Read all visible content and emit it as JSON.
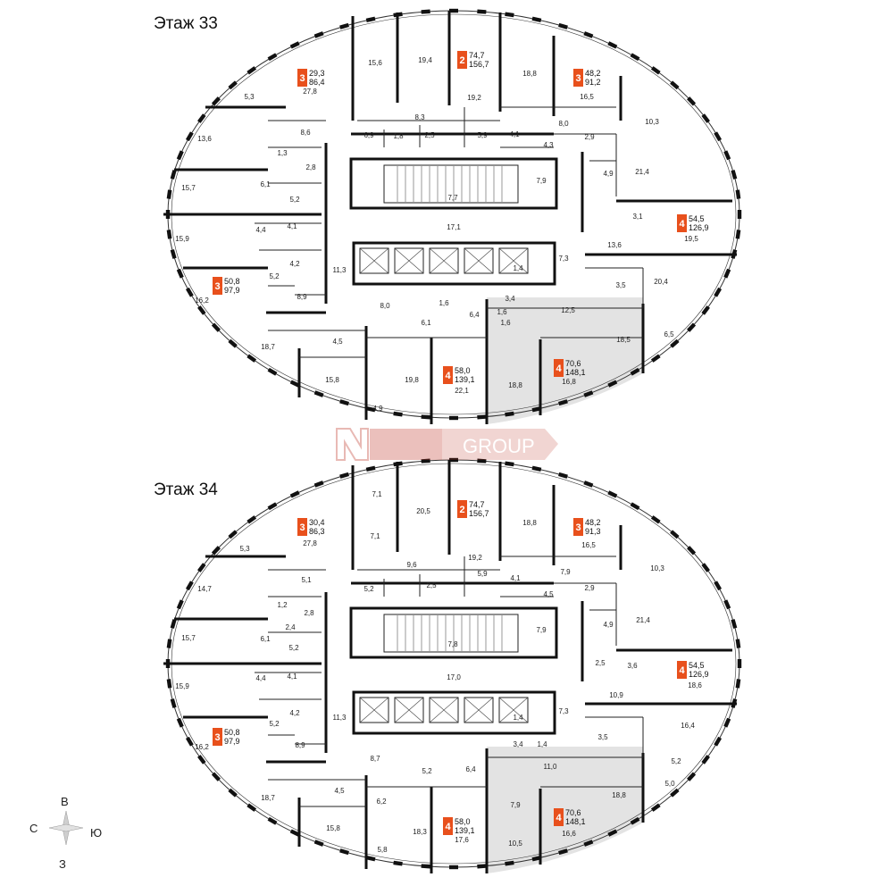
{
  "floors": [
    {
      "title": "Этаж 33",
      "badges": [
        {
          "rooms": "3",
          "a1": "29,3",
          "a2": "86,4"
        },
        {
          "rooms": "2",
          "a1": "74,7",
          "a2": "156,7"
        },
        {
          "rooms": "3",
          "a1": "48,2",
          "a2": "91,2"
        },
        {
          "rooms": "4",
          "a1": "54,5",
          "a2": "126,9"
        },
        {
          "rooms": "3",
          "a1": "50,8",
          "a2": "97,9"
        },
        {
          "rooms": "4",
          "a1": "58,0",
          "a2": "139,1"
        },
        {
          "rooms": "4",
          "a1": "70,6",
          "a2": "148,1"
        }
      ],
      "labels": [
        "5,3",
        "27,8",
        "15,6",
        "19,4",
        "19,2",
        "18,8",
        "16,5",
        "10,3",
        "13,6",
        "8,6",
        "6,9",
        "1,8",
        "8,3",
        "2,5",
        "5,9",
        "4,1",
        "8,0",
        "4,3",
        "2,9",
        "21,4",
        "1,3",
        "2,8",
        "15,7",
        "6,1",
        "5,2",
        "7,7",
        "7,9",
        "4,9",
        "3,1",
        "19,5",
        "4,4",
        "4,1",
        "17,1",
        "13,6",
        "15,9",
        "4,2",
        "11,3",
        "7,3",
        "20,4",
        "5,2",
        "1,4",
        "1,6",
        "3,5",
        "16,2",
        "8,9",
        "8,0",
        "1,6",
        "3,4",
        "1,6",
        "6,4",
        "12,5",
        "6,5",
        "18,5",
        "18,7",
        "6,1",
        "4,5",
        "15,8",
        "19,8",
        "22,1",
        "18,8",
        "16,8",
        "4,9"
      ]
    },
    {
      "title": "Этаж 34",
      "badges": [
        {
          "rooms": "3",
          "a1": "30,4",
          "a2": "86,3"
        },
        {
          "rooms": "2",
          "a1": "74,7",
          "a2": "156,7"
        },
        {
          "rooms": "3",
          "a1": "48,2",
          "a2": "91,3"
        },
        {
          "rooms": "4",
          "a1": "54,5",
          "a2": "126,9"
        },
        {
          "rooms": "3",
          "a1": "50,8",
          "a2": "97,9"
        },
        {
          "rooms": "4",
          "a1": "58,0",
          "a2": "139,1"
        },
        {
          "rooms": "4",
          "a1": "70,6",
          "a2": "148,1"
        }
      ],
      "labels": [
        "7,1",
        "20,5",
        "19,2",
        "18,8",
        "16,5",
        "5,3",
        "27,8",
        "7,1",
        "10,3",
        "14,7",
        "5,1",
        "9,6",
        "5,2",
        "2,5",
        "5,9",
        "4,1",
        "7,9",
        "4,5",
        "2,9",
        "1,2",
        "2,8",
        "21,4",
        "15,7",
        "6,1",
        "2,4",
        "5,2",
        "7,8",
        "7,9",
        "4,9",
        "2,5",
        "3,6",
        "18,6",
        "4,4",
        "4,1",
        "17,0",
        "10,9",
        "15,9",
        "4,2",
        "11,3",
        "7,3",
        "16,4",
        "5,2",
        "1,4",
        "3,4",
        "1,4",
        "3,5",
        "16,2",
        "8,9",
        "8,7",
        "5,2",
        "6,4",
        "11,0",
        "5,2",
        "18,8",
        "5,0",
        "18,7",
        "4,5",
        "6,2",
        "7,9",
        "15,8",
        "18,3",
        "17,6",
        "16,6",
        "5,8",
        "10,5"
      ]
    }
  ],
  "logo_text": "GROUP",
  "compass": {
    "north": "В",
    "west": "С",
    "east": "Ю",
    "south": "З"
  },
  "colors": {
    "accent": "#e8501c",
    "wall": "#111111",
    "highlight": "#e3e3e3"
  }
}
